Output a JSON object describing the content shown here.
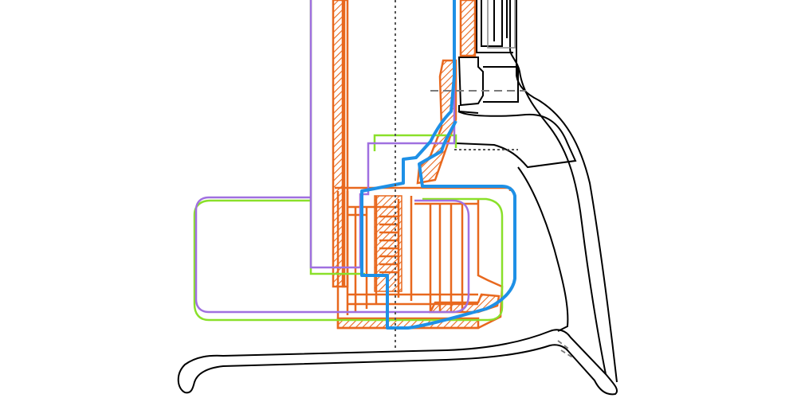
{
  "diagram": {
    "kind": "technical cross-section overlay",
    "background_color": "#ffffff",
    "colors": {
      "housing_outline": "#000000",
      "orange_part": "#e8681e",
      "orange_hatch": "#f08a3a",
      "blue_outline": "#1e90e6",
      "purple_outline": "#a070e0",
      "green_outline": "#8ae02a",
      "centerline": "#555555",
      "dashed_gray": "#7a7a7a"
    },
    "layers": [
      "housing-outline",
      "orange-component",
      "green-outline",
      "purple-outline",
      "blue-outline",
      "center-axis-line",
      "horizontal-dashed-line"
    ]
  }
}
